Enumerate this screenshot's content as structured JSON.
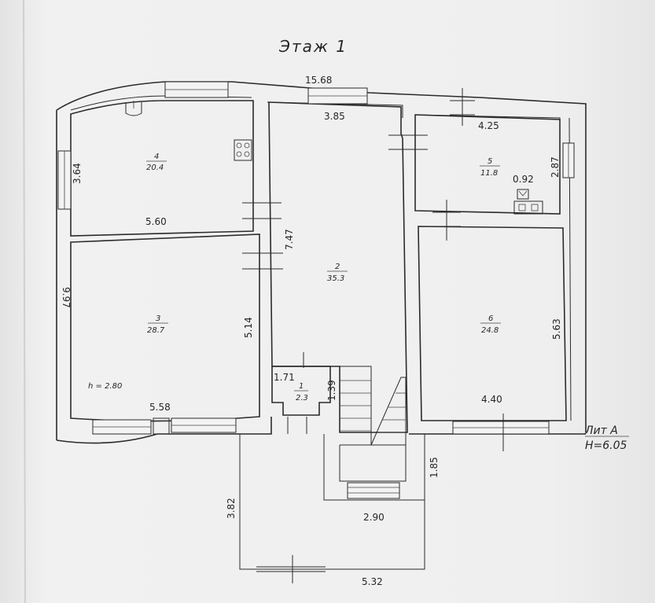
{
  "plan": {
    "title": "Этаж 1",
    "total_width": "15.68",
    "total_depth": "9.97",
    "ceiling_height": "h = 2.80",
    "lit_label": "Лит А",
    "lit_height": "H=6.05"
  },
  "rooms": [
    {
      "number": "4",
      "area": "20.4",
      "width": "5.60",
      "depth": "3.64"
    },
    {
      "number": "3",
      "area": "28.7",
      "width": "5.58",
      "depth": "5.14"
    },
    {
      "number": "2",
      "area": "35.3",
      "width": "3.85",
      "depth": "7.47"
    },
    {
      "number": "1",
      "area": "2.3",
      "width": "1.71",
      "depth": "1.39"
    },
    {
      "number": "5",
      "area": "11.8",
      "width": "4.25",
      "depth": "2.87",
      "extra": "0.92"
    },
    {
      "number": "6",
      "area": "24.8",
      "width": "4.40",
      "depth": "5.63"
    }
  ],
  "porch": {
    "width": "5.32",
    "depth": "3.82",
    "inner_width": "2.90",
    "inner_depth": "1.85"
  }
}
